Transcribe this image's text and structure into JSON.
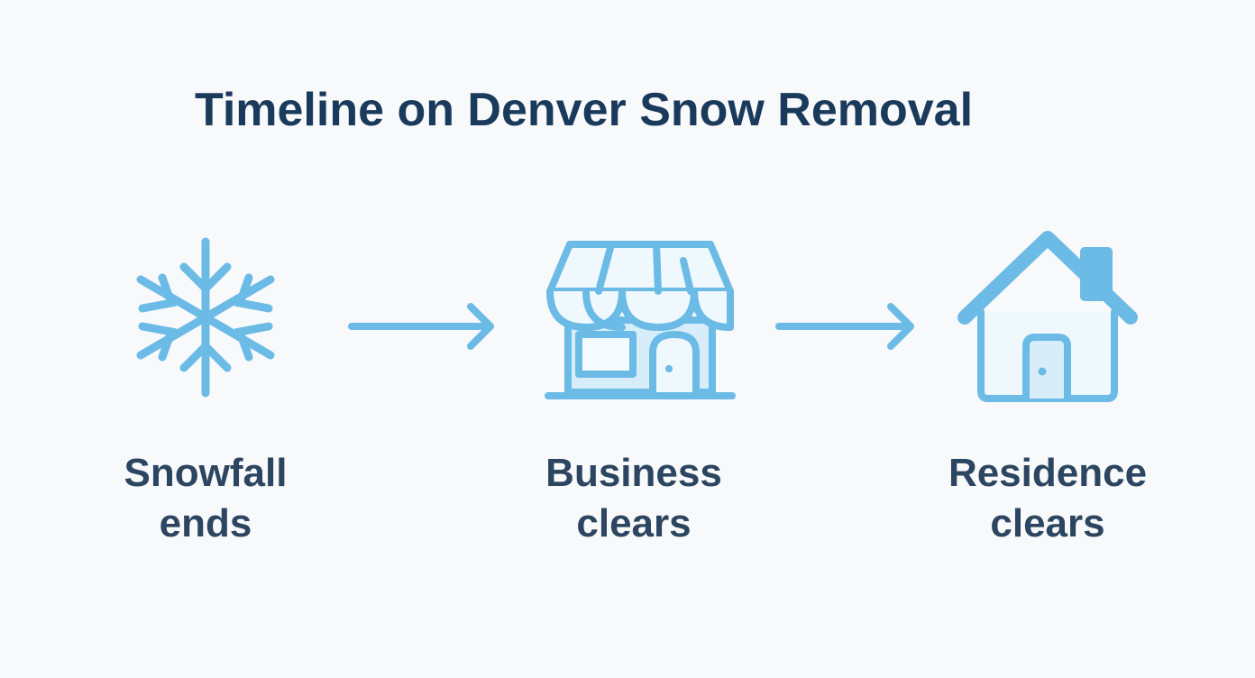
{
  "title": "Timeline on Denver Snow Removal",
  "colors": {
    "background": "#f8f9fa",
    "title": "#1a3a5c",
    "label": "#2c4560",
    "icon_stroke": "#6bbbe6",
    "icon_fill": "#d7eefa",
    "icon_fill_light": "#eef8fd"
  },
  "steps": [
    {
      "icon": "snowflake-icon",
      "line1": "Snowfall",
      "line2": "ends"
    },
    {
      "icon": "storefront-icon",
      "line1": "Business",
      "line2": "clears"
    },
    {
      "icon": "house-icon",
      "line1": "Residence",
      "line2": "clears"
    }
  ],
  "connectors": [
    {
      "icon": "arrow-right-icon"
    },
    {
      "icon": "arrow-right-icon"
    }
  ]
}
